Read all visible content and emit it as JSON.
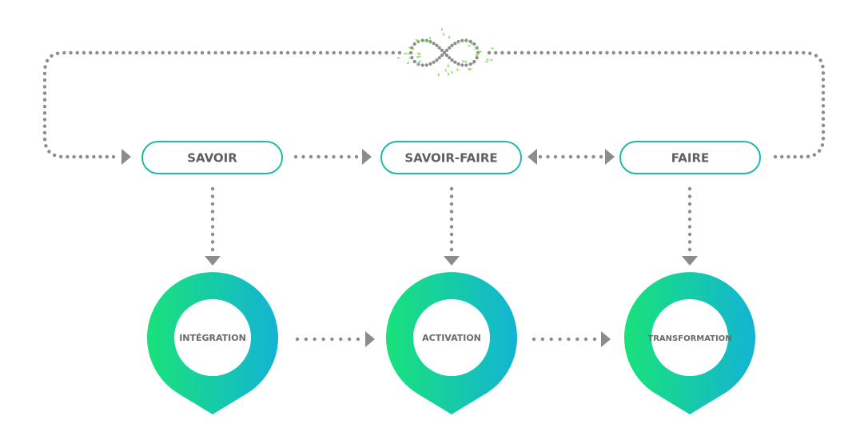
{
  "colors": {
    "dot": "#8c8c8c",
    "arrow": "#8c8c8c",
    "box_border": "#1fb9a6",
    "box_text": "#5f5f5f",
    "pin_grad_start": "#19e27a",
    "pin_grad_end": "#13b4d4",
    "pin_text": "#6a6a6a",
    "infinity_dot": "#8c8c8c",
    "sparkle_dot": "#7ddf5a"
  },
  "stages": [
    {
      "label": "SAVOIR"
    },
    {
      "label": "SAVOIR-FAIRE"
    },
    {
      "label": "FAIRE"
    }
  ],
  "outcomes": [
    {
      "label": "INTÉGRATION"
    },
    {
      "label": "ACTIVATION"
    },
    {
      "label": "TRANSFORMATION"
    }
  ],
  "icons": {
    "loop_center": "infinity-icon"
  }
}
